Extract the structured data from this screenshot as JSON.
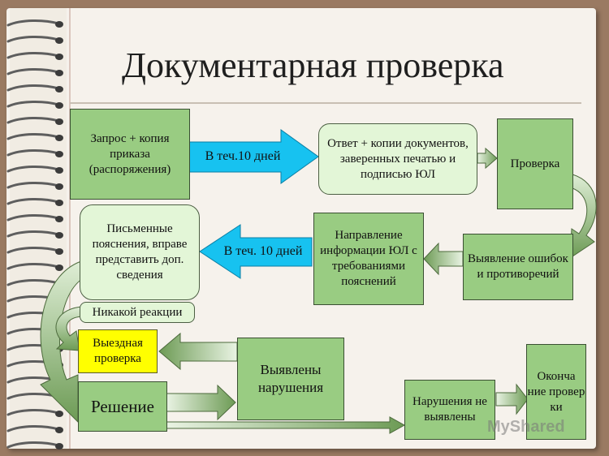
{
  "title": "Документарная проверка",
  "nodes": {
    "request": "Запрос + копия приказа (распоряжения)",
    "answer": "Ответ + копии документов, заверенных печатью и подписью ЮЛ",
    "check": "Проверка",
    "errors": "Выявление ошибок и противоречий",
    "direction": "Направление информации ЮЛ с требованиями пояснений",
    "explanations": "Письменные пояснения, вправе представить доп. сведения",
    "no_reaction": "Никакой реакции",
    "field_check": "Выездная проверка",
    "violations_found": "Выявлены нарушения",
    "decision": "Решение",
    "no_violations": "Нарушения не выявлены",
    "end": "Оконча ние провер ки"
  },
  "arrows": {
    "first": "В теч.10 дней",
    "second": "В теч. 10 дней"
  },
  "watermark": "MyShared",
  "colors": {
    "box_green": "#99cc82",
    "box_light": "#e3f6d7",
    "box_yellow": "#ffff00",
    "arrow_cyan": "#17c2f0",
    "arrow_green": "#6d9b55"
  }
}
